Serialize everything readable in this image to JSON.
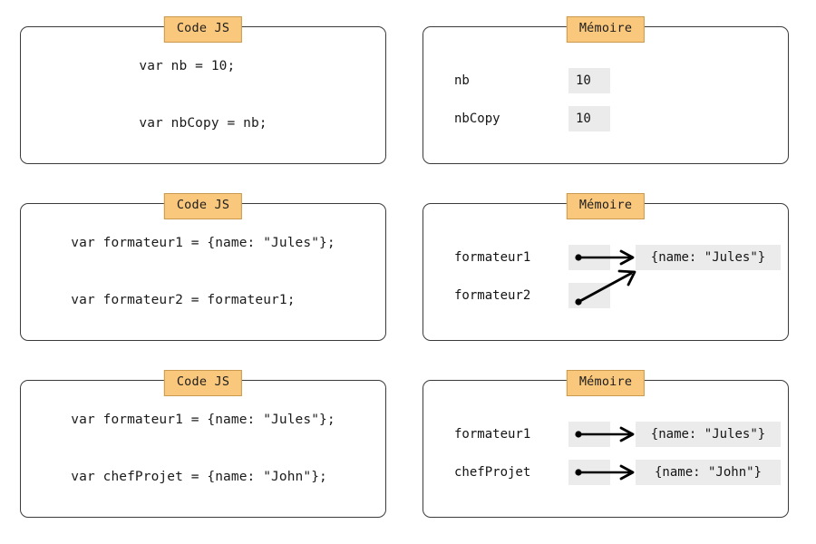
{
  "diagram": {
    "title_visible": false,
    "colors": {
      "tab_fill": "#fac87d",
      "tab_border": "#c99a4e",
      "panel_border": "#3b3b3b",
      "chip_fill": "#ebebeb",
      "text": "#141414",
      "arrow": "#000000",
      "background": "#ffffff"
    },
    "rows": [
      {
        "id": "primitives",
        "code": {
          "tab_label": "Code JS",
          "lines": [
            "var nb = 10;",
            "var nbCopy = nb;"
          ]
        },
        "memory": {
          "tab_label": "Mémoire",
          "entries": [
            {
              "name": "nb",
              "value": "10",
              "kind": "primitive"
            },
            {
              "name": "nbCopy",
              "value": "10",
              "kind": "primitive"
            }
          ],
          "objects": [],
          "arrows": []
        }
      },
      {
        "id": "shared-reference",
        "code": {
          "tab_label": "Code JS",
          "lines": [
            "var formateur1 = {name: \"Jules\"};",
            "var formateur2 = formateur1;"
          ]
        },
        "memory": {
          "tab_label": "Mémoire",
          "entries": [
            {
              "name": "formateur1",
              "value": "",
              "kind": "reference"
            },
            {
              "name": "formateur2",
              "value": "",
              "kind": "reference"
            }
          ],
          "objects": [
            {
              "id": "obj-jules",
              "text": "{name: \"Jules\"}",
              "row": 0
            }
          ],
          "arrows": [
            {
              "from": "formateur1",
              "to": "obj-jules",
              "shape": "straight"
            },
            {
              "from": "formateur2",
              "to": "obj-jules",
              "shape": "diagonal"
            }
          ]
        }
      },
      {
        "id": "distinct-objects",
        "code": {
          "tab_label": "Code JS",
          "lines": [
            "var formateur1 = {name: \"Jules\"};",
            "var chefProjet = {name: \"John\"};"
          ]
        },
        "memory": {
          "tab_label": "Mémoire",
          "entries": [
            {
              "name": "formateur1",
              "value": "",
              "kind": "reference"
            },
            {
              "name": "chefProjet",
              "value": "",
              "kind": "reference"
            }
          ],
          "objects": [
            {
              "id": "obj-jules-2",
              "text": "{name: \"Jules\"}",
              "row": 0
            },
            {
              "id": "obj-john",
              "text": "{name: \"John\"}",
              "row": 1
            }
          ],
          "arrows": [
            {
              "from": "formateur1",
              "to": "obj-jules-2",
              "shape": "straight"
            },
            {
              "from": "chefProjet",
              "to": "obj-john",
              "shape": "straight"
            }
          ]
        }
      }
    ]
  }
}
